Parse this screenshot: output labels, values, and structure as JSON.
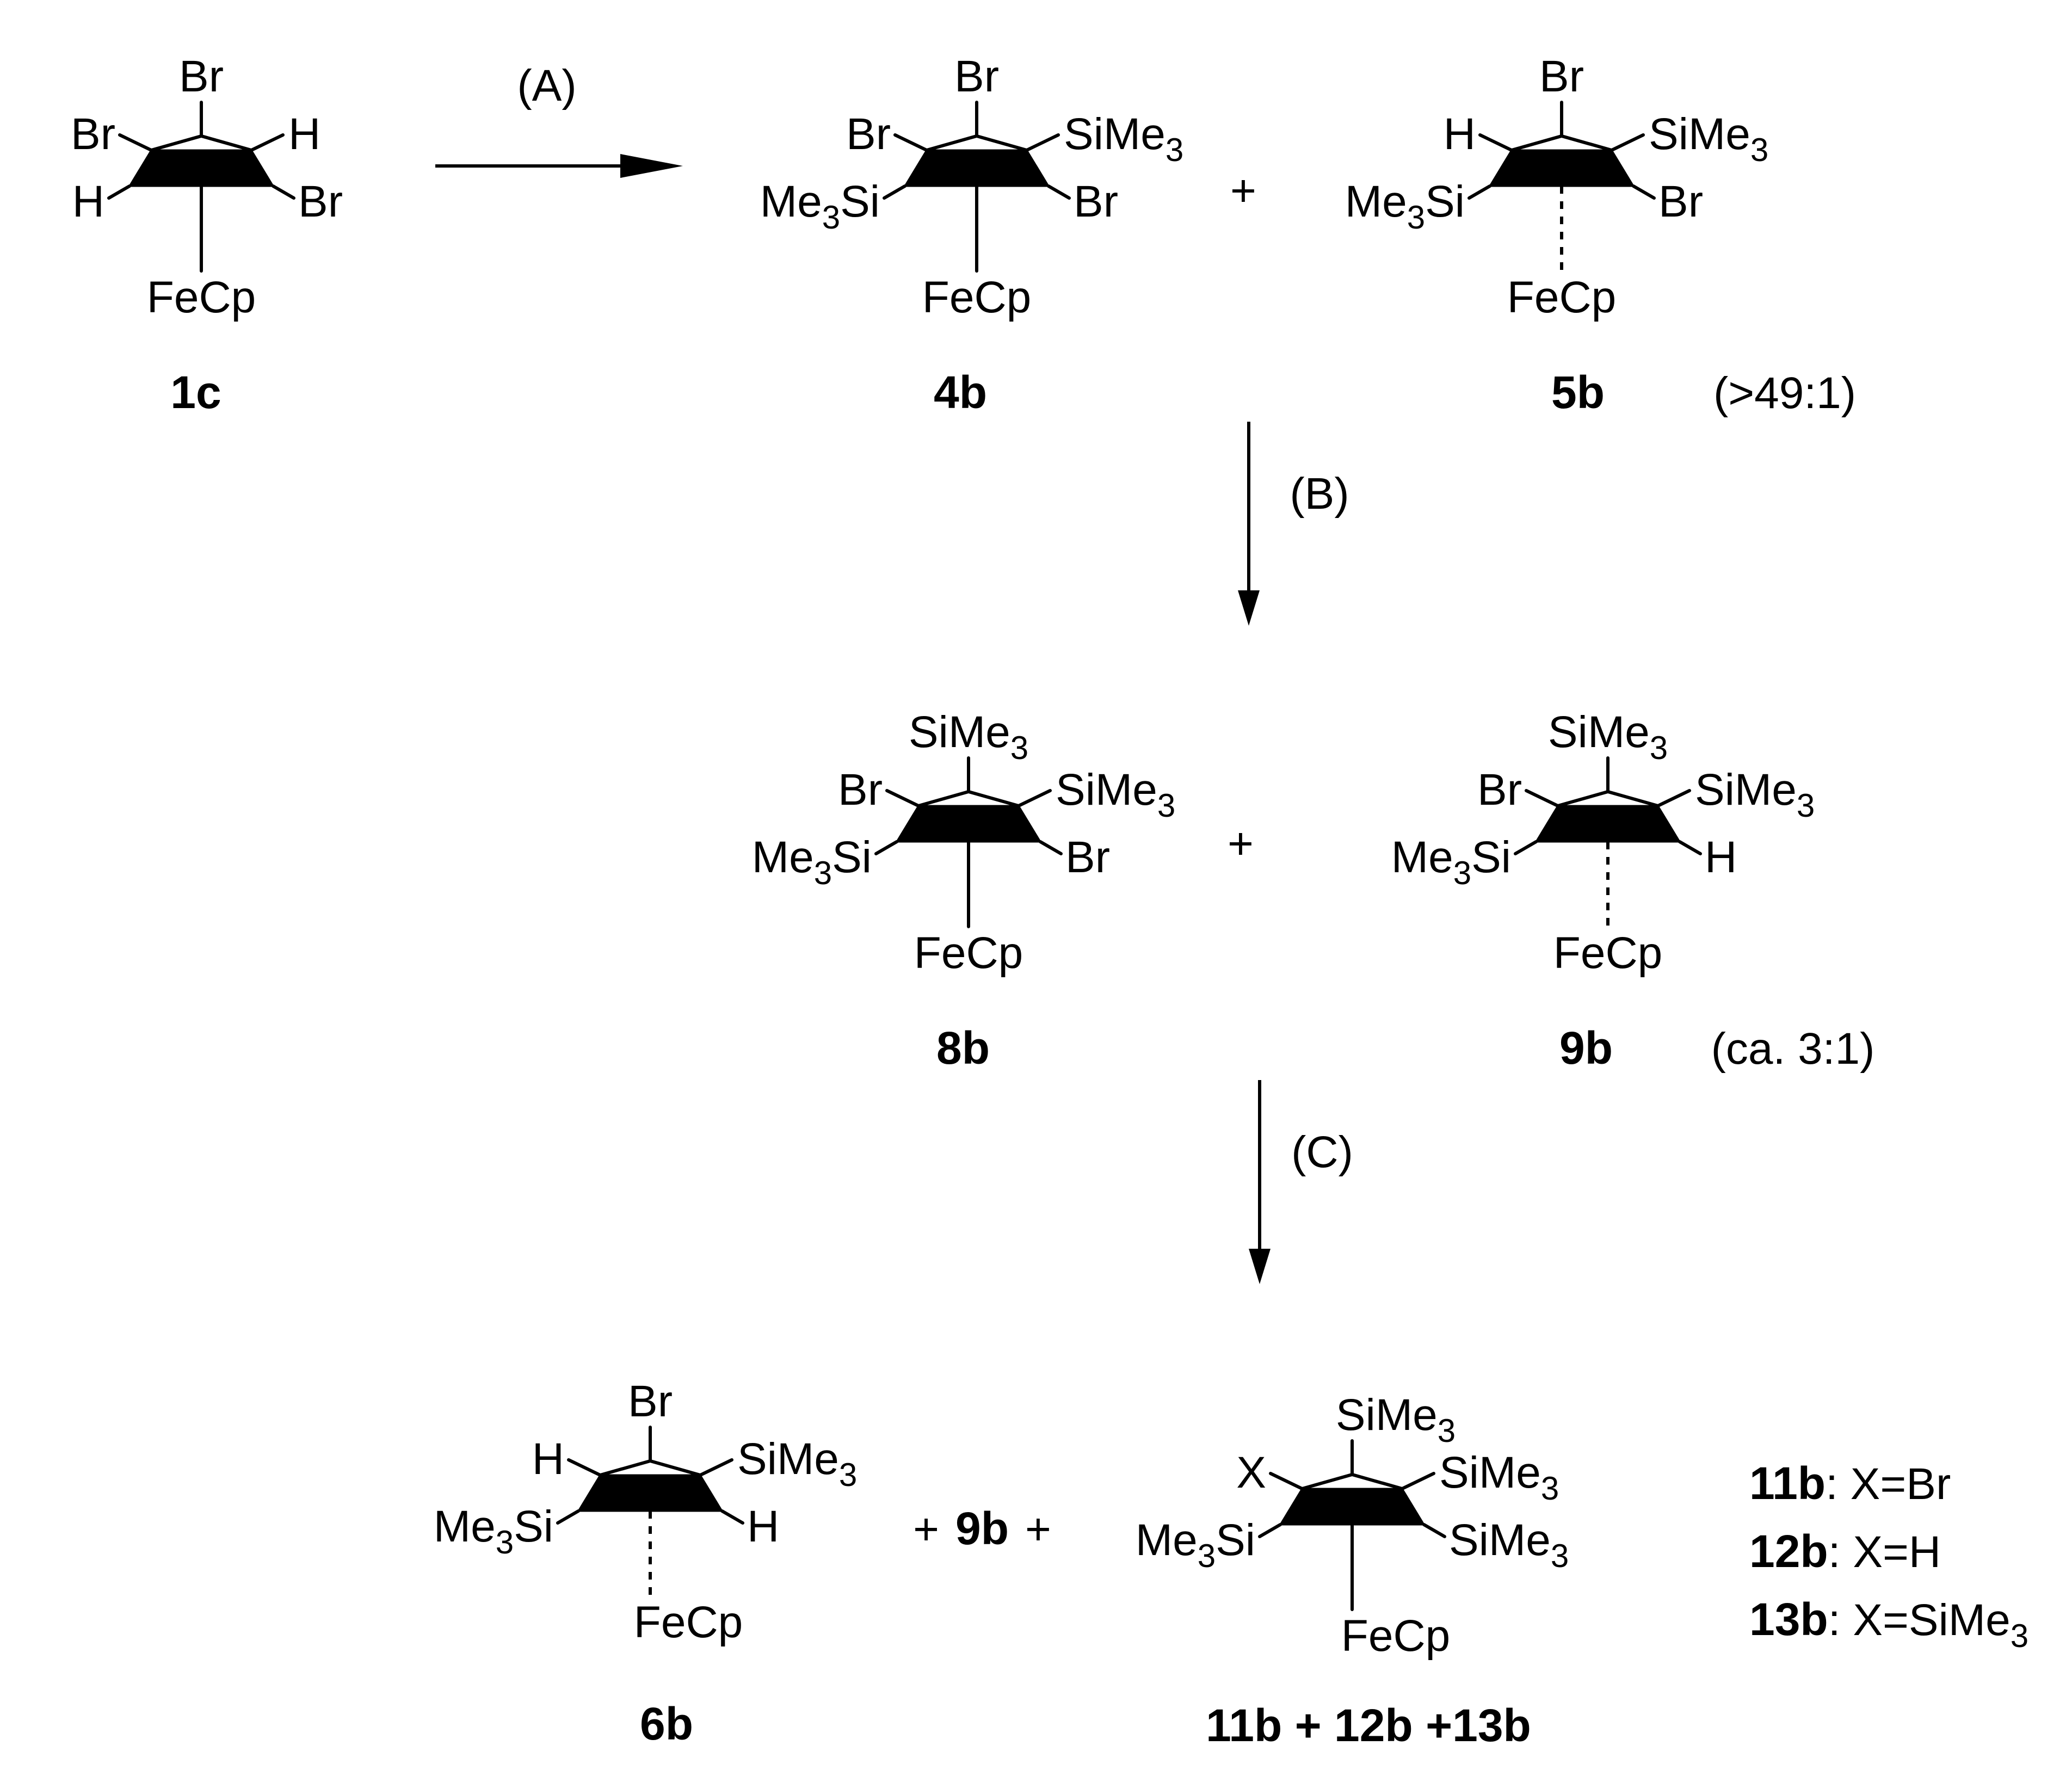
{
  "arrows": [
    {
      "id": "A",
      "label": "(A)"
    },
    {
      "id": "B",
      "label": "(B)"
    },
    {
      "id": "C",
      "label": "(C)"
    }
  ],
  "plus": "+",
  "compounds": {
    "c1c": {
      "label": "1c",
      "top": "Br",
      "left": "Br",
      "right": "H",
      "lower_left": "H",
      "lower_right": "Br",
      "metal": "FeCp"
    },
    "c4b": {
      "label": "4b",
      "top": "Br",
      "left": "Br",
      "right_main": "SiMe",
      "right_sub": "3",
      "lower_left_main": "Me",
      "lower_left_sub": "3",
      "lower_left_tail": "Si",
      "lower_right": "Br",
      "metal": "FeCp"
    },
    "c5b": {
      "label": "5b",
      "top": "Br",
      "left": "H",
      "right_main": "SiMe",
      "right_sub": "3",
      "lower_left_main": "Me",
      "lower_left_sub": "3",
      "lower_left_tail": "Si",
      "lower_right": "Br",
      "metal": "FeCp",
      "ratio": "(>49:1)"
    },
    "c8b": {
      "label": "8b",
      "top_main": "SiMe",
      "top_sub": "3",
      "left": "Br",
      "right_main": "SiMe",
      "right_sub": "3",
      "lower_left_main": "Me",
      "lower_left_sub": "3",
      "lower_left_tail": "Si",
      "lower_right": "Br",
      "metal": "FeCp"
    },
    "c9b": {
      "label": "9b",
      "top_main": "SiMe",
      "top_sub": "3",
      "left": "Br",
      "right_main": "SiMe",
      "right_sub": "3",
      "lower_left_main": "Me",
      "lower_left_sub": "3",
      "lower_left_tail": "Si",
      "lower_right": "H",
      "metal": "FeCp",
      "ratio": "(ca. 3:1)"
    },
    "c6b": {
      "label": "6b",
      "top": "Br",
      "left": "H",
      "right_main": "SiMe",
      "right_sub": "3",
      "lower_left_main": "Me",
      "lower_left_sub": "3",
      "lower_left_tail": "Si",
      "lower_right": "H",
      "metal": "FeCp"
    },
    "c11": {
      "label": "11b + 12b +13b",
      "top_main": "SiMe",
      "top_sub": "3",
      "left": "X",
      "right_main": "SiMe",
      "right_sub": "3",
      "lower_left_main": "Me",
      "lower_left_sub": "3",
      "lower_left_tail": "Si",
      "lower_right_main": "SiMe",
      "lower_right_sub": "3",
      "metal": "FeCp"
    }
  },
  "bottom_middle": {
    "plus_before": "+",
    "ref": "9b",
    "plus_after": "+"
  },
  "legend": [
    {
      "id": "11b",
      "text": ": X=Br"
    },
    {
      "id": "12b",
      "text": ": X=H"
    },
    {
      "id": "13b",
      "text": ": X=SiMe",
      "sub": "3"
    }
  ]
}
